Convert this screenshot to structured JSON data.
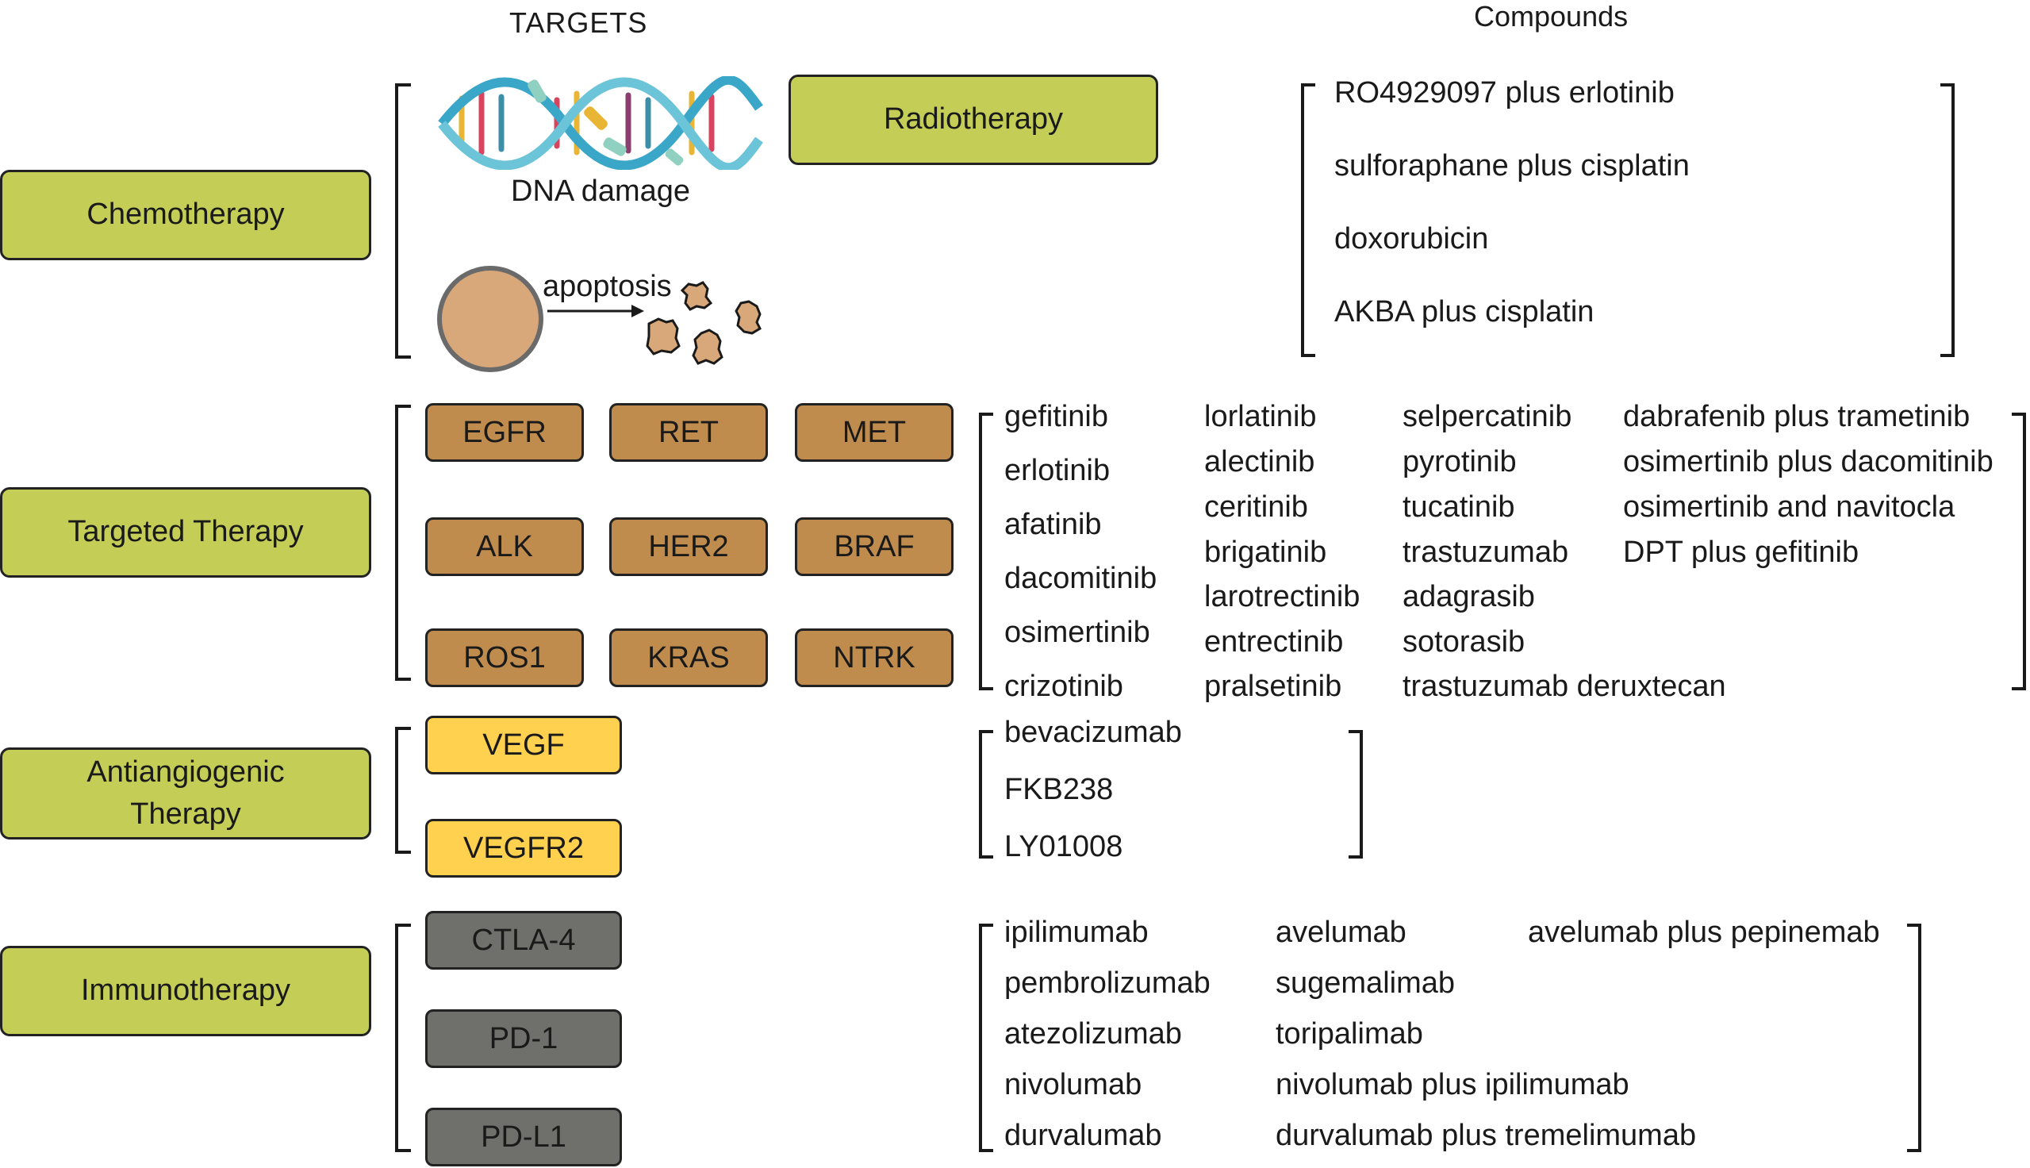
{
  "headers": {
    "targets": "TARGETS",
    "compounds": "Compounds"
  },
  "chemo": {
    "label": "Chemotherapy",
    "radiotherapy": "Radiotherapy",
    "dna_caption": "DNA damage",
    "apoptosis_caption": "apoptosis",
    "compounds": [
      "RO4929097 plus erlotinib",
      "sulforaphane plus cisplatin",
      "doxorubicin",
      "AKBA plus cisplatin"
    ]
  },
  "targeted": {
    "label": "Targeted Therapy",
    "targets": [
      "EGFR",
      "RET",
      "MET",
      "ALK",
      "HER2",
      "BRAF",
      "ROS1",
      "KRAS",
      "NTRK"
    ],
    "col1": [
      "gefitinib",
      "erlotinib",
      "afatinib",
      "dacomitinib",
      "osimertinib",
      "crizotinib"
    ],
    "col2": [
      "lorlatinib",
      "alectinib",
      "ceritinib",
      "brigatinib",
      "larotrectinib",
      "entrectinib",
      "pralsetinib"
    ],
    "col3": [
      "selpercatinib",
      "pyrotinib",
      "tucatinib",
      "trastuzumab",
      "adagrasib",
      "sotorasib",
      "trastuzumab deruxtecan"
    ],
    "col4": [
      "dabrafenib plus trametinib",
      "osimertinib plus dacomitinib",
      "osimertinib and navitocla",
      "DPT plus gefitinib"
    ]
  },
  "antiangio": {
    "label": "Antiangiogenic\nTherapy",
    "targets": [
      "VEGF",
      "VEGFR2"
    ],
    "compounds": [
      "bevacizumab",
      "FKB238",
      "LY01008"
    ]
  },
  "immuno": {
    "label": "Immunotherapy",
    "targets": [
      "CTLA-4",
      "PD-1",
      "PD-L1"
    ],
    "col1": [
      "ipilimumab",
      "pembrolizumab",
      "atezolizumab",
      "nivolumab",
      "durvalumab"
    ],
    "col2": [
      "avelumab",
      "sugemalimab",
      "toripalimab",
      "nivolumab plus ipilimumab",
      "durvalumab plus tremelimumab"
    ],
    "col3": [
      "avelumab plus pepinemab"
    ]
  },
  "colors": {
    "therapy_box": "#c4cd55",
    "target_brown": "#bf8c4e",
    "target_yellow": "#ffd14e",
    "target_gray": "#6f6f6b",
    "cell": "#d9a87a"
  },
  "icons": [
    "dna-helix-icon",
    "cell-icon",
    "apoptotic-fragments-icon",
    "arrow-icon"
  ]
}
